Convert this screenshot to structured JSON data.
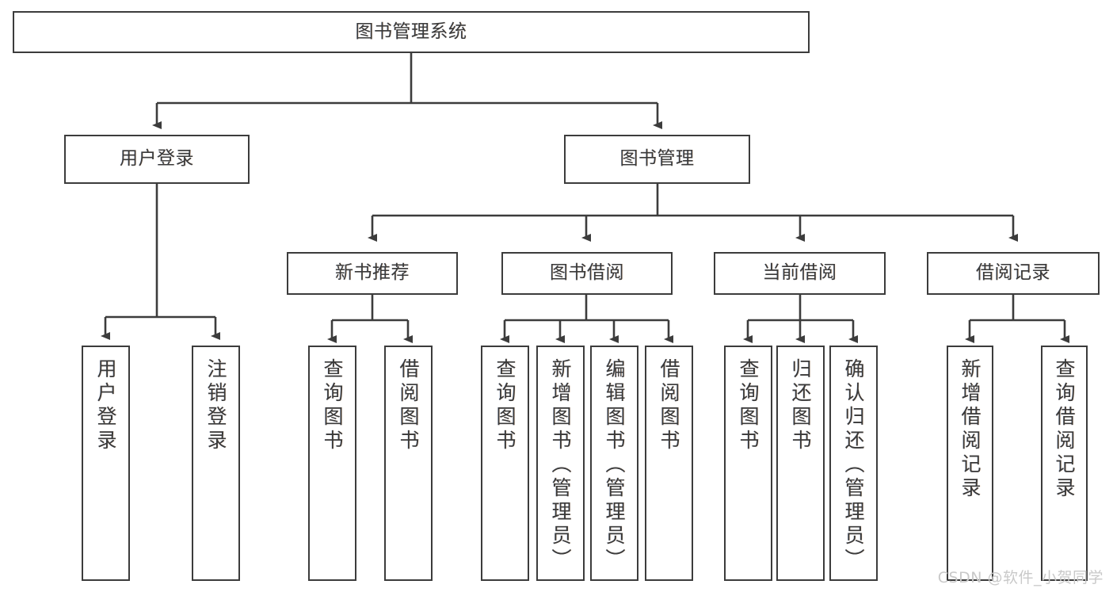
{
  "diagram": {
    "type": "hierarchy-tree",
    "title": "图书管理系统",
    "watermark": "CSDN @软件_小贺同学",
    "colors": {
      "box_border": "#3c3c3c",
      "box_fill": "#ffffff",
      "line": "#3c3c3c",
      "text": "#3a3a3a",
      "watermark": "#c9c9c9"
    },
    "nodes": {
      "root": {
        "label": "图书管理系统"
      },
      "level2": [
        {
          "label": "用户登录"
        },
        {
          "label": "图书管理"
        }
      ],
      "level3": [
        {
          "label": "新书推荐"
        },
        {
          "label": "图书借阅"
        },
        {
          "label": "当前借阅"
        },
        {
          "label": "借阅记录"
        }
      ],
      "leaves_user_login": [
        {
          "label": "用户登录"
        },
        {
          "label": "注销登录"
        }
      ],
      "leaves_new_book": [
        {
          "label": "查询图书"
        },
        {
          "label": "借阅图书"
        }
      ],
      "leaves_borrow": [
        {
          "label": "查询图书"
        },
        {
          "label": "新增图书（管理员）"
        },
        {
          "label": "编辑图书（管理员）"
        },
        {
          "label": "借阅图书"
        }
      ],
      "leaves_current": [
        {
          "label": "查询图书"
        },
        {
          "label": "归还图书"
        },
        {
          "label": "确认归还（管理员）"
        }
      ],
      "leaves_records": [
        {
          "label": "新增借阅记录"
        },
        {
          "label": "查询借阅记录"
        }
      ]
    }
  }
}
